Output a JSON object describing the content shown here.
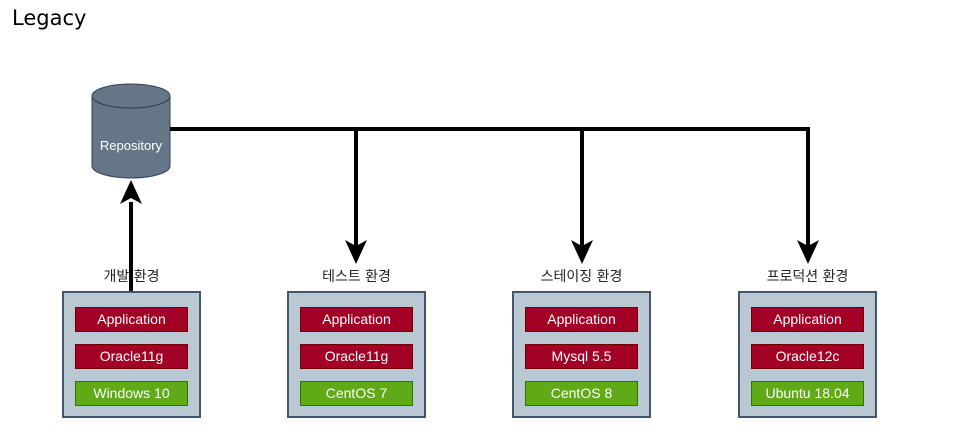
{
  "title": "Legacy",
  "repository": {
    "label": "Repository"
  },
  "colors": {
    "repository_fill": "#647687",
    "env_fill": "#bac8d3",
    "env_border": "#44566c",
    "app_fill": "#a20025",
    "db_fill": "#a20025",
    "os_fill": "#60a917",
    "arrow": "#000000"
  },
  "environments": [
    {
      "label": "개발 환경",
      "application": "Application",
      "database": "Oracle11g",
      "os": "Windows 10"
    },
    {
      "label": "테스트 환경",
      "application": "Application",
      "database": "Oracle11g",
      "os": "CentOS 7"
    },
    {
      "label": "스테이징 환경",
      "application": "Application",
      "database": "Mysql 5.5",
      "os": "CentOS 8"
    },
    {
      "label": "프로덕션 환경",
      "application": "Application",
      "database": "Oracle12c",
      "os": "Ubuntu 18.04"
    }
  ],
  "edges": [
    {
      "from": "개발 환경",
      "to": "Repository"
    },
    {
      "from": "Repository",
      "to": "테스트 환경"
    },
    {
      "from": "Repository",
      "to": "스테이징 환경"
    },
    {
      "from": "Repository",
      "to": "프로덕션 환경"
    }
  ]
}
